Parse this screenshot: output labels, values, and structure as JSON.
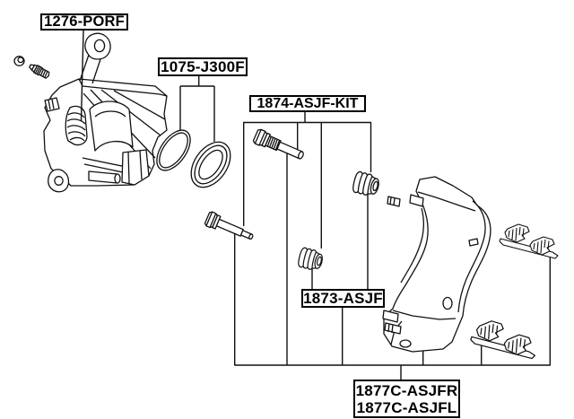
{
  "diagram": {
    "type": "exploded-parts-diagram",
    "subject": "front brake caliper assembly",
    "background_color": "#ffffff",
    "line_color": "#111111",
    "labels": [
      {
        "id": "part-1276",
        "text": "1276-PORF"
      },
      {
        "id": "part-1075",
        "text": "1075-J300F"
      },
      {
        "id": "part-1874",
        "text": "1874-ASJF-KIT"
      },
      {
        "id": "part-1873",
        "text": "1873-ASJF"
      },
      {
        "id": "part-1877r",
        "text": "1877C-ASJFR"
      },
      {
        "id": "part-1877l",
        "text": "1877C-ASJFL"
      }
    ],
    "part_drawings": [
      "brake-caliper",
      "bleeder-cap",
      "bleeder-screw",
      "piston-seal-ring",
      "piston-boot",
      "guide-pin-upper",
      "guide-pin-lower",
      "pin-bushing-upper",
      "pin-bushing-lower",
      "caliper-bracket",
      "pad-clips-upper",
      "pad-clips-lower"
    ]
  }
}
